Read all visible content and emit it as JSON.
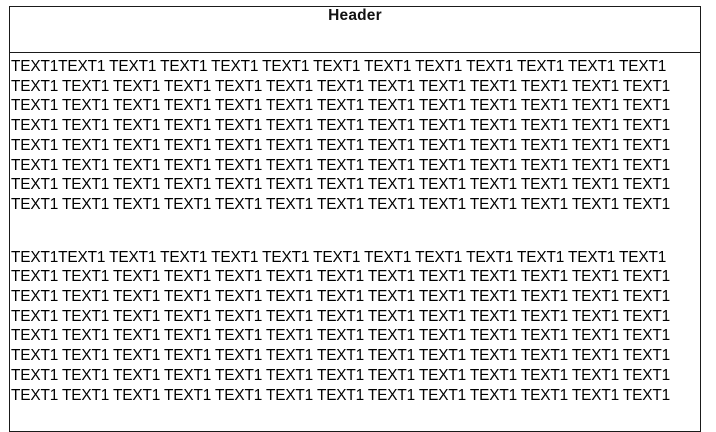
{
  "document": {
    "background_color": "#ffffff",
    "border_color": "#1a1a1a",
    "text_color": "#000000"
  },
  "table": {
    "header": {
      "label": "Header"
    },
    "body": {
      "blocks": [
        {
          "lines": [
            "TEXT1TEXT1 TEXT1 TEXT1 TEXT1 TEXT1 TEXT1 TEXT1 TEXT1 TEXT1 TEXT1 TEXT1 TEXT1",
            "TEXT1 TEXT1 TEXT1 TEXT1 TEXT1 TEXT1 TEXT1 TEXT1 TEXT1 TEXT1 TEXT1 TEXT1 TEXT1",
            "TEXT1 TEXT1 TEXT1 TEXT1 TEXT1 TEXT1 TEXT1 TEXT1 TEXT1 TEXT1 TEXT1 TEXT1 TEXT1",
            "TEXT1 TEXT1 TEXT1 TEXT1 TEXT1 TEXT1 TEXT1 TEXT1 TEXT1 TEXT1 TEXT1 TEXT1 TEXT1",
            "TEXT1 TEXT1 TEXT1 TEXT1 TEXT1 TEXT1 TEXT1 TEXT1 TEXT1 TEXT1 TEXT1 TEXT1 TEXT1",
            "TEXT1 TEXT1 TEXT1 TEXT1 TEXT1 TEXT1 TEXT1 TEXT1 TEXT1 TEXT1 TEXT1 TEXT1 TEXT1",
            "TEXT1 TEXT1 TEXT1 TEXT1 TEXT1 TEXT1 TEXT1 TEXT1 TEXT1 TEXT1 TEXT1 TEXT1 TEXT1",
            "TEXT1 TEXT1 TEXT1 TEXT1 TEXT1 TEXT1 TEXT1 TEXT1 TEXT1 TEXT1 TEXT1 TEXT1 TEXT1"
          ]
        },
        {
          "lines": [
            "TEXT1TEXT1 TEXT1 TEXT1 TEXT1 TEXT1 TEXT1 TEXT1 TEXT1 TEXT1 TEXT1 TEXT1 TEXT1",
            "TEXT1 TEXT1 TEXT1 TEXT1 TEXT1 TEXT1 TEXT1 TEXT1 TEXT1 TEXT1 TEXT1 TEXT1 TEXT1",
            "TEXT1 TEXT1 TEXT1 TEXT1 TEXT1 TEXT1 TEXT1 TEXT1 TEXT1 TEXT1 TEXT1 TEXT1 TEXT1",
            "TEXT1 TEXT1 TEXT1 TEXT1 TEXT1 TEXT1 TEXT1 TEXT1 TEXT1 TEXT1 TEXT1 TEXT1 TEXT1",
            "TEXT1 TEXT1 TEXT1 TEXT1 TEXT1 TEXT1 TEXT1 TEXT1 TEXT1 TEXT1 TEXT1 TEXT1 TEXT1",
            "TEXT1 TEXT1 TEXT1 TEXT1 TEXT1 TEXT1 TEXT1 TEXT1 TEXT1 TEXT1 TEXT1 TEXT1 TEXT1",
            "TEXT1 TEXT1 TEXT1 TEXT1 TEXT1 TEXT1 TEXT1 TEXT1 TEXT1 TEXT1 TEXT1 TEXT1 TEXT1",
            "TEXT1 TEXT1 TEXT1 TEXT1 TEXT1 TEXT1 TEXT1 TEXT1 TEXT1 TEXT1 TEXT1 TEXT1 TEXT1"
          ]
        }
      ]
    }
  }
}
